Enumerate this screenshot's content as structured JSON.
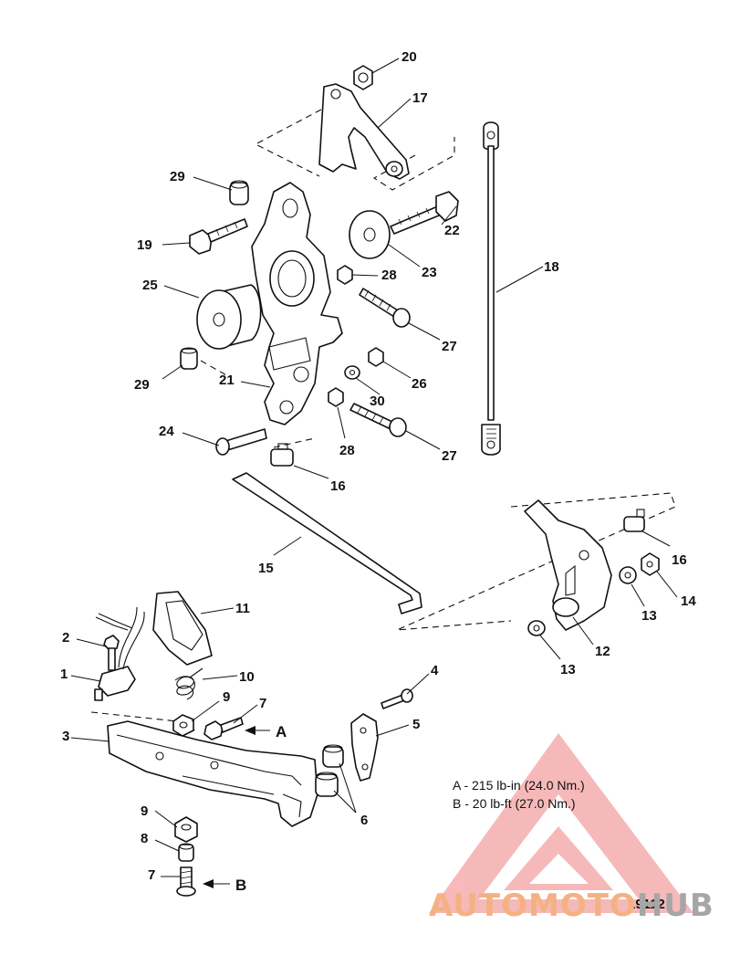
{
  "figure_number": "19112",
  "torque_specs": [
    {
      "key": "A",
      "text": "A - 215 lb-in (24.0 Nm.)"
    },
    {
      "key": "B",
      "text": "B - 20 lb-ft (27.0 Nm.)"
    }
  ],
  "torque_letters": {
    "a": "A",
    "b": "B"
  },
  "callouts": {
    "c1": "1",
    "c2": "2",
    "c3": "3",
    "c4": "4",
    "c5": "5",
    "c6": "6",
    "c7a": "7",
    "c7b": "7",
    "c8": "8",
    "c9a": "9",
    "c9b": "9",
    "c10": "10",
    "c11": "11",
    "c12": "12",
    "c13a": "13",
    "c13b": "13",
    "c14": "14",
    "c15": "15",
    "c16a": "16",
    "c16b": "16",
    "c17": "17",
    "c18": "18",
    "c19": "19",
    "c20": "20",
    "c21": "21",
    "c22": "22",
    "c23": "23",
    "c24": "24",
    "c25": "25",
    "c26": "26",
    "c27a": "27",
    "c27b": "27",
    "c28a": "28",
    "c28b": "28",
    "c29a": "29",
    "c29b": "29",
    "c30": "30"
  },
  "watermark": {
    "text_orange": "AUTOMOTO",
    "text_gray": "HUB",
    "color_orange": "#f4b183",
    "color_gray": "#a6a6a6",
    "color_logo": "#f08080"
  }
}
